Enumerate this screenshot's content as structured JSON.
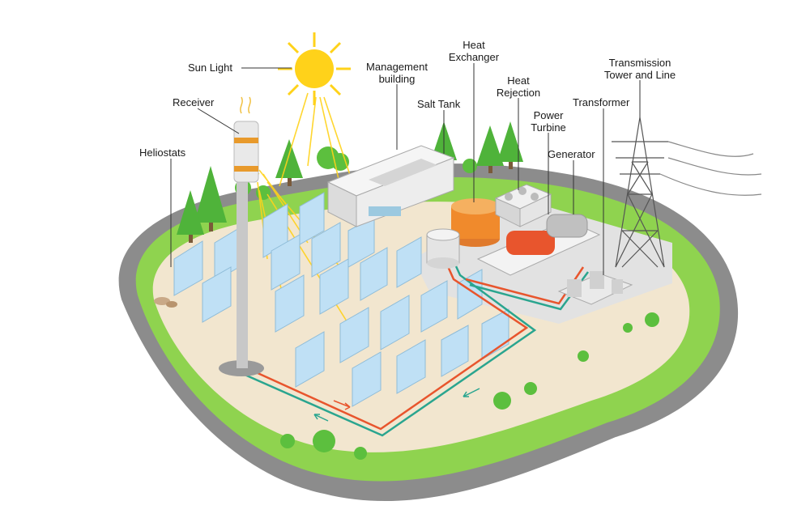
{
  "labels": {
    "sun_light": "Sun Light",
    "receiver": "Receiver",
    "heliostats": "Heliostats",
    "management_building": "Management building",
    "salt_tank": "Salt Tank",
    "heat_exchanger": "Heat Exchanger",
    "heat_rejection": "Heat Rejection",
    "power_turbine": "Power Turbine",
    "generator": "Generator",
    "transformer": "Transformer",
    "transmission_tower": "Transmission Tower and Line"
  },
  "colors": {
    "grass": "#8fd34f",
    "ground": "#f2e6cf",
    "road": "#8c8c8c",
    "mirror": "#bfe0f5",
    "hot_pipe": "#e8552d",
    "cold_pipe": "#2aa58f",
    "sun": "#ffd21a"
  }
}
